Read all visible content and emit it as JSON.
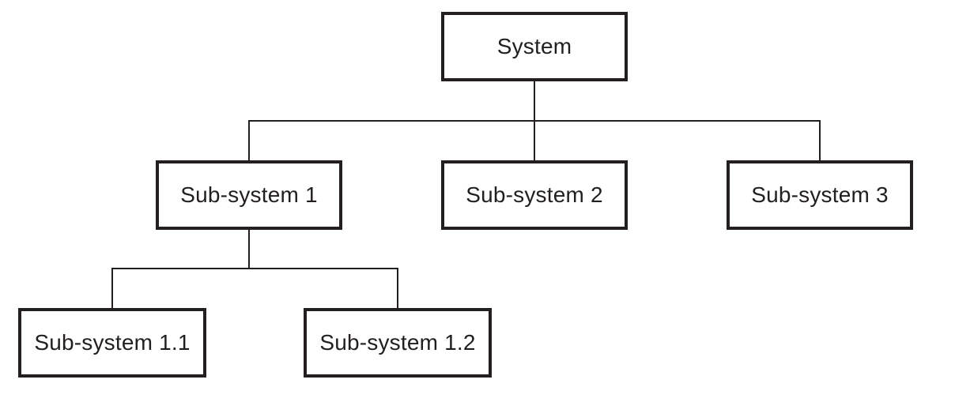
{
  "diagram": {
    "type": "hierarchy",
    "line_color": "#231f20",
    "nodes": {
      "system": "System",
      "sub1": "Sub-system 1",
      "sub2": "Sub-system 2",
      "sub3": "Sub-system 3",
      "sub11": "Sub-system 1.1",
      "sub12": "Sub-system 1.2"
    },
    "edges": [
      [
        "system",
        "sub1"
      ],
      [
        "system",
        "sub2"
      ],
      [
        "system",
        "sub3"
      ],
      [
        "sub1",
        "sub11"
      ],
      [
        "sub1",
        "sub12"
      ]
    ]
  }
}
